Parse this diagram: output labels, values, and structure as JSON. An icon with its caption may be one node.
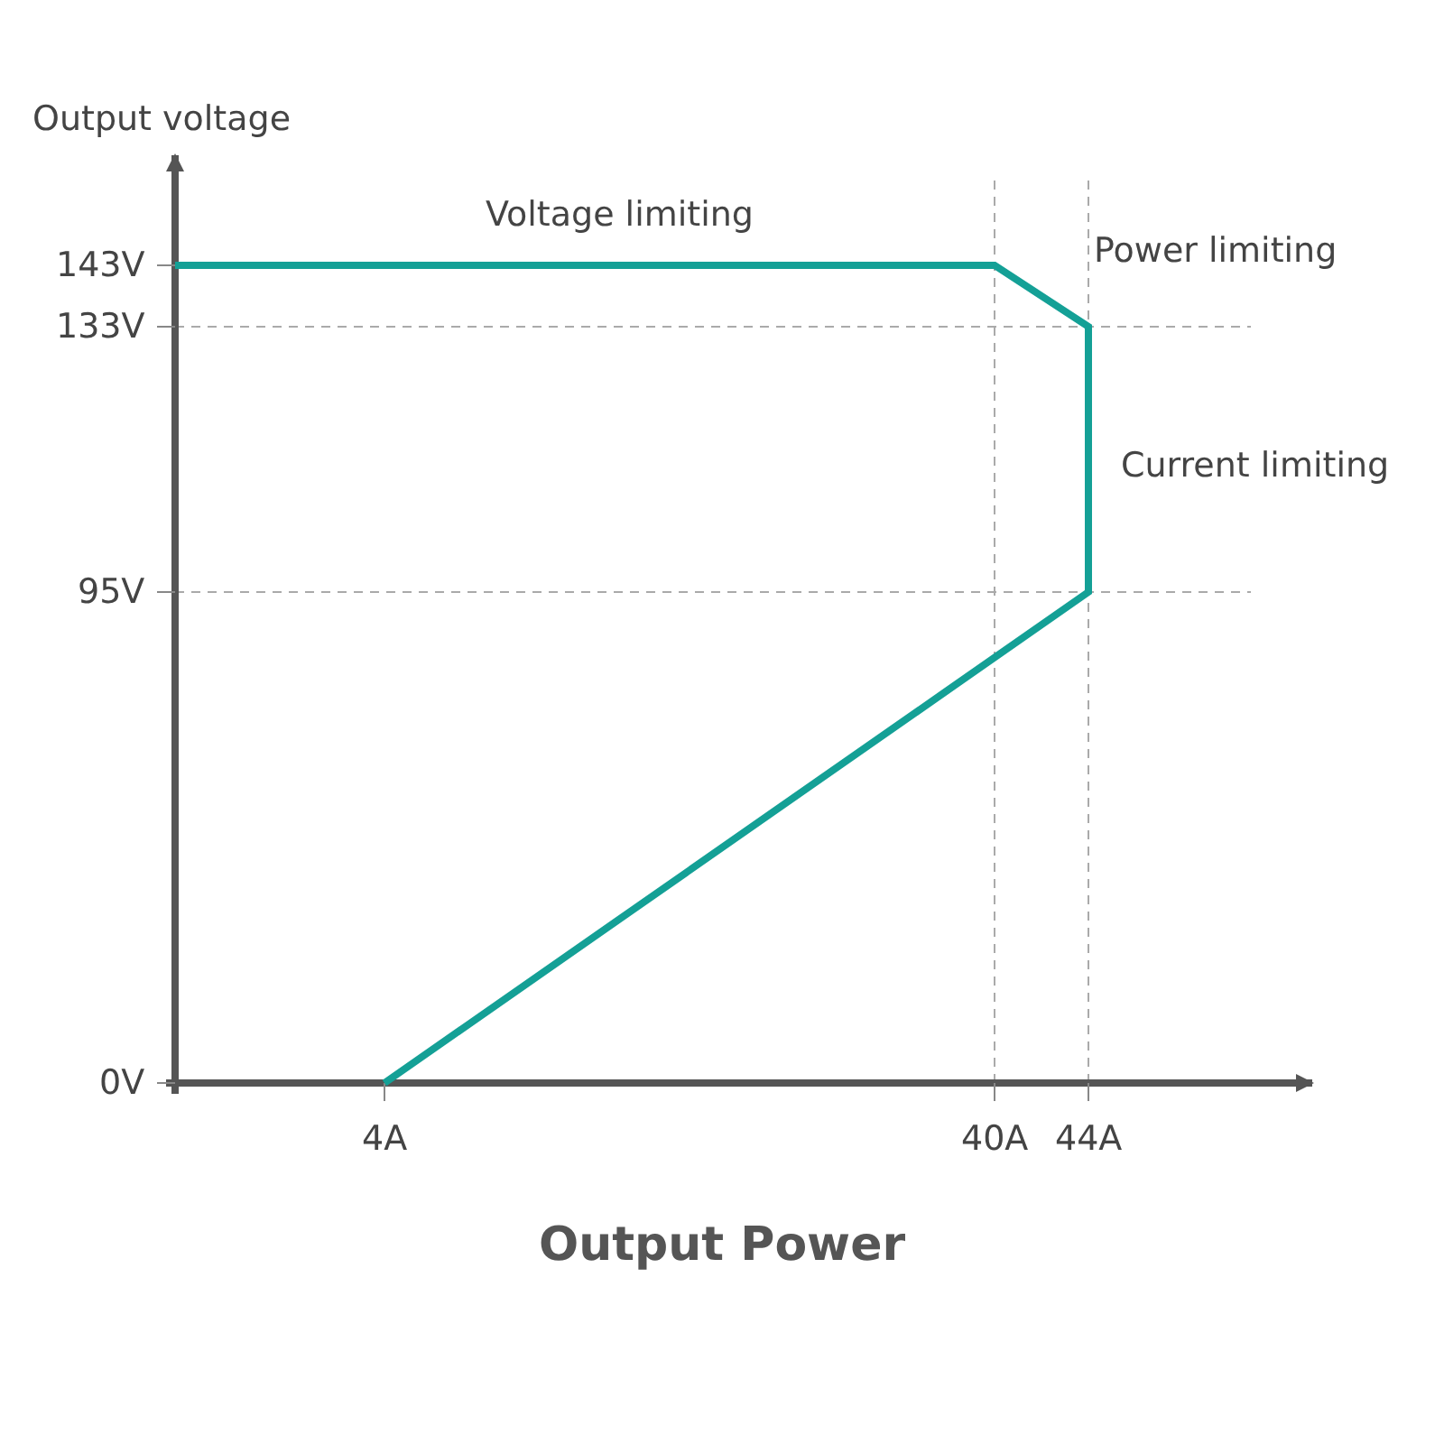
{
  "diagram": {
    "labels": [
      "Output voltage",
      "Voltage limiting",
      "143V",
      "Power limiting",
      "133V",
      "Current limiting",
      "95V",
      "0V",
      "4A",
      "40A",
      "44A",
      "Output Power"
    ]
  }
}
